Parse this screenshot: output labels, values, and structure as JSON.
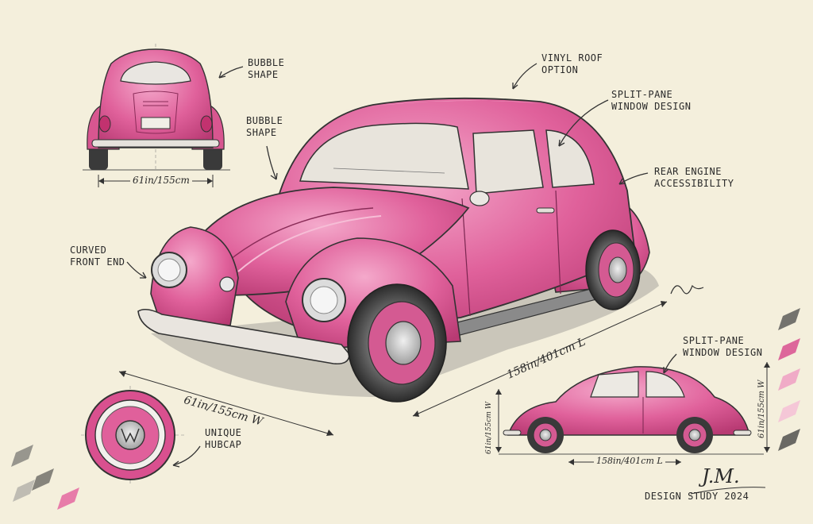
{
  "annotations": {
    "bubble_shape_rear": [
      "BUBBLE",
      "SHAPE"
    ],
    "bubble_shape_main": [
      "BUBBLE",
      "SHAPE"
    ],
    "vinyl_roof": [
      "VINYL ROOF",
      "OPTION"
    ],
    "split_pane_main": [
      "SPLIT-PANE",
      "WINDOW DESIGN"
    ],
    "rear_engine": [
      "REAR ENGINE",
      "ACCESSIBILITY"
    ],
    "curved_front": [
      "CURVED",
      "FRONT END"
    ],
    "unique_hubcap": [
      "UNIQUE",
      "HUBCAP"
    ],
    "split_pane_side": [
      "SPLIT-PANE",
      "WINDOW DESIGN"
    ]
  },
  "dimensions": {
    "rear_width": "61in/155cm",
    "main_width": "61in/155cm W",
    "main_length": "158in/401cm L",
    "side_length": "158in/401cm L",
    "side_height_left": "61in/155cm W",
    "side_height_right": "61in/155cm W"
  },
  "signature": {
    "initials": "J.M.",
    "caption": "DESIGN STUDY 2024"
  },
  "colors": {
    "paper": "#f4efdc",
    "body_pink": "#e0619b",
    "pink_light": "#f2a8c8",
    "pink_dark": "#b83a73",
    "pencil": "#2e2e2e"
  },
  "swatches": [
    "#4a4a4a",
    "#d84f8f",
    "#ee9fc3",
    "#f4bfd6",
    "#3c3c3c"
  ]
}
